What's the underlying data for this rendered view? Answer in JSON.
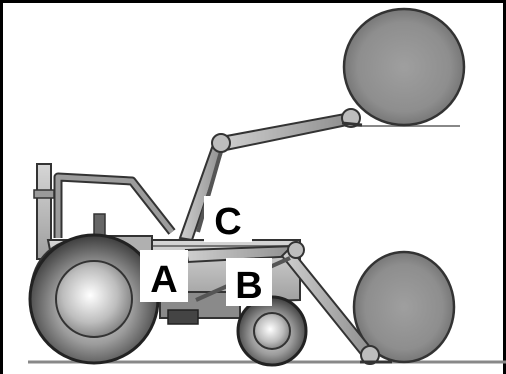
{
  "labels": {
    "a": "A",
    "b": "B",
    "c": "C"
  },
  "icons": {
    "tractor": "tractor-icon",
    "bale": "hay-bale-icon"
  },
  "colors": {
    "ground": "#999999",
    "body": "#b5b5b5",
    "dark": "#555555",
    "bale": "#9a9a9a"
  }
}
